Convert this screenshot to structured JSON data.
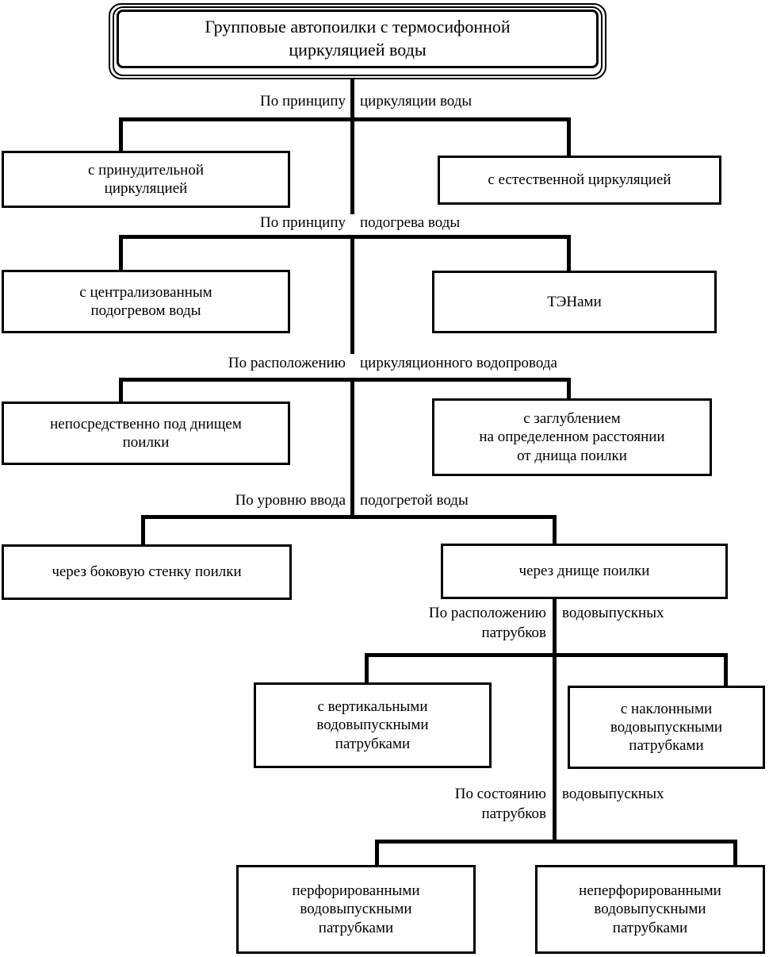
{
  "diagram": {
    "title": "Групповые автопоилки с термосифонной\nциркуляцией воды",
    "levels": [
      {
        "id": "level-1",
        "label_left": "По принципу",
        "label_right": "циркуляции воды",
        "boxes": [
          {
            "id": "box-forced-circulation",
            "text": "с принудительной\nциркуляцией"
          },
          {
            "id": "box-natural-circulation",
            "text": "с естественной циркуляцией"
          }
        ]
      },
      {
        "id": "level-2",
        "label_left": "По принципу",
        "label_right": "подогрева воды",
        "boxes": [
          {
            "id": "box-central-heating",
            "text": "с централизованным\nподогревом воды"
          },
          {
            "id": "box-tens",
            "text": "ТЭНами"
          }
        ]
      },
      {
        "id": "level-3",
        "label_left": "По расположению",
        "label_right": "циркуляционного водопровода",
        "boxes": [
          {
            "id": "box-directly-under-bottom",
            "text": "непосредственно под днищем\nпоилки"
          },
          {
            "id": "box-with-deepening",
            "text": "с заглублением\nна определенном расстоянии\nот днища поилки"
          }
        ]
      },
      {
        "id": "level-4",
        "label_left": "По уровню ввода",
        "label_right": "подогретой воды",
        "boxes": [
          {
            "id": "box-through-side-wall",
            "text": "через боковую стенку поилки"
          },
          {
            "id": "box-through-bottom",
            "text": "через днище поилки"
          }
        ]
      },
      {
        "id": "level-5",
        "label_left": "По расположению",
        "label_right": "водовыпускных",
        "label_second_line": "патрубков",
        "boxes": [
          {
            "id": "box-vertical-outlets",
            "text": "с вертикальными\nводовыпускными\nпатрубками"
          },
          {
            "id": "box-inclined-outlets",
            "text": "с наклонными\nводовыпускными\nпатрубками"
          }
        ]
      },
      {
        "id": "level-6",
        "label_left": "По состоянию",
        "label_right": "водовыпускных",
        "label_second_line": "патрубков",
        "boxes": [
          {
            "id": "box-perforated-outlets",
            "text": "перфорированными\nводовыпускными\nпатрубками"
          },
          {
            "id": "box-nonperforated-outlets",
            "text": "неперфорированными\nводовыпускными\nпатрубками"
          }
        ]
      }
    ],
    "colors": {
      "line": "#000000",
      "background": "#ffffff",
      "text": "#000000"
    }
  }
}
